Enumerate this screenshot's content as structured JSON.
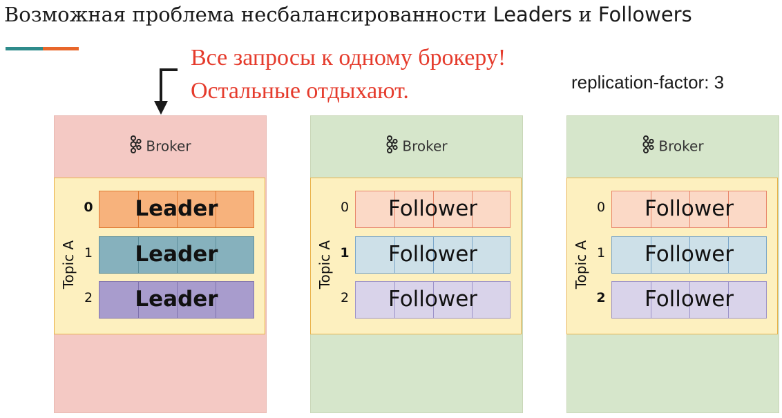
{
  "title": {
    "part1": "Возможная проблема несбалансированности ",
    "part2": "Leaders",
    "part3": " и ",
    "part4": "Followers"
  },
  "annotation": {
    "line1": "Все запросы к одному брокеру!",
    "line2": "Остальные отдыхают."
  },
  "replication_factor": "replication-factor: 3",
  "colors": {
    "accent_teal": "#2e8b8b",
    "accent_orange": "#e8662a",
    "annotation_red": "#e53b2c",
    "broker_busy_bg": "#f4c9c4",
    "broker_idle_bg": "#d6e6cb",
    "topic_bg": "#fdf0bf",
    "leader_0": "#f7b27c",
    "leader_1": "#86b1bd",
    "leader_2": "#a89ccd",
    "follower_0": "#fbd9c6",
    "follower_1": "#cde0e8",
    "follower_2": "#d9d3ea"
  },
  "brokers": [
    {
      "label": "Broker",
      "topic_label": "Topic A",
      "busy": true,
      "partitions": [
        {
          "num": "0",
          "label": "Leader",
          "role": "leader",
          "num_bold": true
        },
        {
          "num": "1",
          "label": "Leader",
          "role": "leader",
          "num_bold": false
        },
        {
          "num": "2",
          "label": "Leader",
          "role": "leader",
          "num_bold": false
        }
      ]
    },
    {
      "label": "Broker",
      "topic_label": "Topic A",
      "busy": false,
      "partitions": [
        {
          "num": "0",
          "label": "Follower",
          "role": "follower",
          "num_bold": false
        },
        {
          "num": "1",
          "label": "Follower",
          "role": "follower",
          "num_bold": true
        },
        {
          "num": "2",
          "label": "Follower",
          "role": "follower",
          "num_bold": false
        }
      ]
    },
    {
      "label": "Broker",
      "topic_label": "Topic A",
      "busy": false,
      "partitions": [
        {
          "num": "0",
          "label": "Follower",
          "role": "follower",
          "num_bold": false
        },
        {
          "num": "1",
          "label": "Follower",
          "role": "follower",
          "num_bold": false
        },
        {
          "num": "2",
          "label": "Follower",
          "role": "follower",
          "num_bold": true
        }
      ]
    }
  ]
}
